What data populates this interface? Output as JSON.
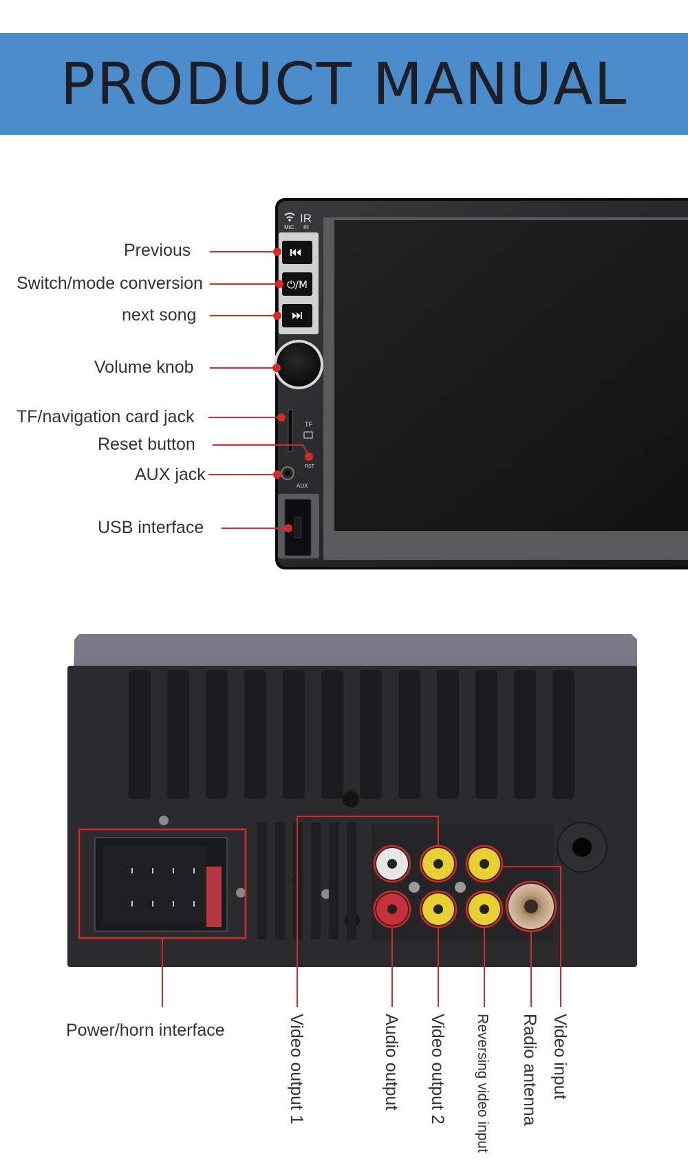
{
  "banner": {
    "title": "PRODUCT MANUAL"
  },
  "front_panel": {
    "labels": {
      "previous": "Previous",
      "switch_mode": "Switch/mode conversion",
      "next_song": "next song",
      "volume_knob": "Volume knob",
      "tf_card": "TF/navigation card jack",
      "reset": "Reset button",
      "aux": "AUX jack",
      "usb": "USB interface"
    },
    "markings": {
      "mic": "MIC",
      "ir": "IR",
      "mode_button": "⏻/M",
      "tf": "TF",
      "rst": "RST",
      "aux": "AUX"
    }
  },
  "rear_panel": {
    "labels": {
      "power_horn": "Power/horn interface",
      "video_output_1": "Video output 1",
      "audio_output": "Audio output",
      "video_output_2": "Video output 2",
      "reversing_video_input": "Reversing video input",
      "radio_antenna": "Radio antenna",
      "video_input": "Video input"
    }
  },
  "colors": {
    "banner": "#4b8ccc",
    "callout": "#d42a2a",
    "unit_body": "#2a2a2c",
    "screen": "#1a1a1a"
  }
}
